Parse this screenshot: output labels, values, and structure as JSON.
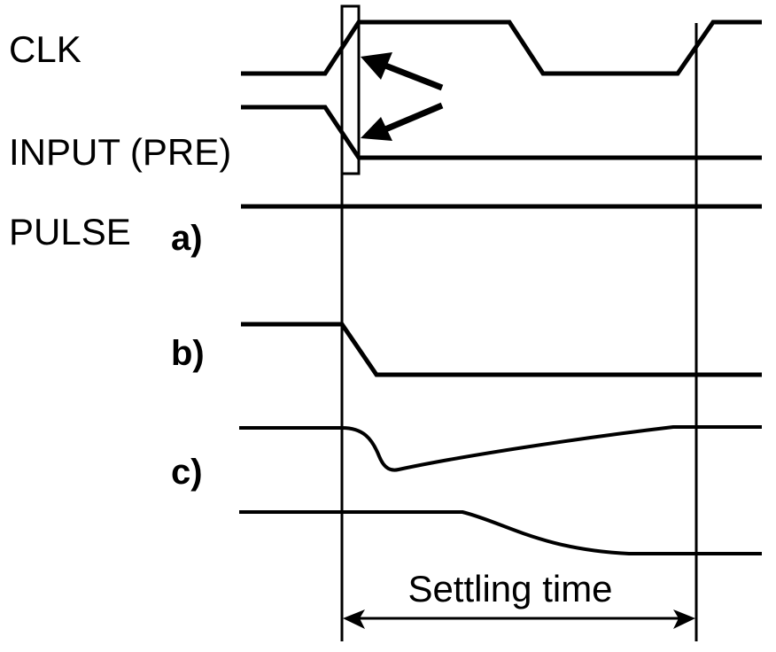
{
  "diagram": {
    "type": "timing-diagram",
    "signals": {
      "clk": "CLK",
      "input": "INPUT (PRE)",
      "pulse": "PULSE"
    },
    "cases": {
      "a": "a)",
      "b": "b)",
      "c": "c)"
    },
    "annotation": "Settling time",
    "colors": {
      "ink": "#000000",
      "background": "#ffffff"
    }
  }
}
